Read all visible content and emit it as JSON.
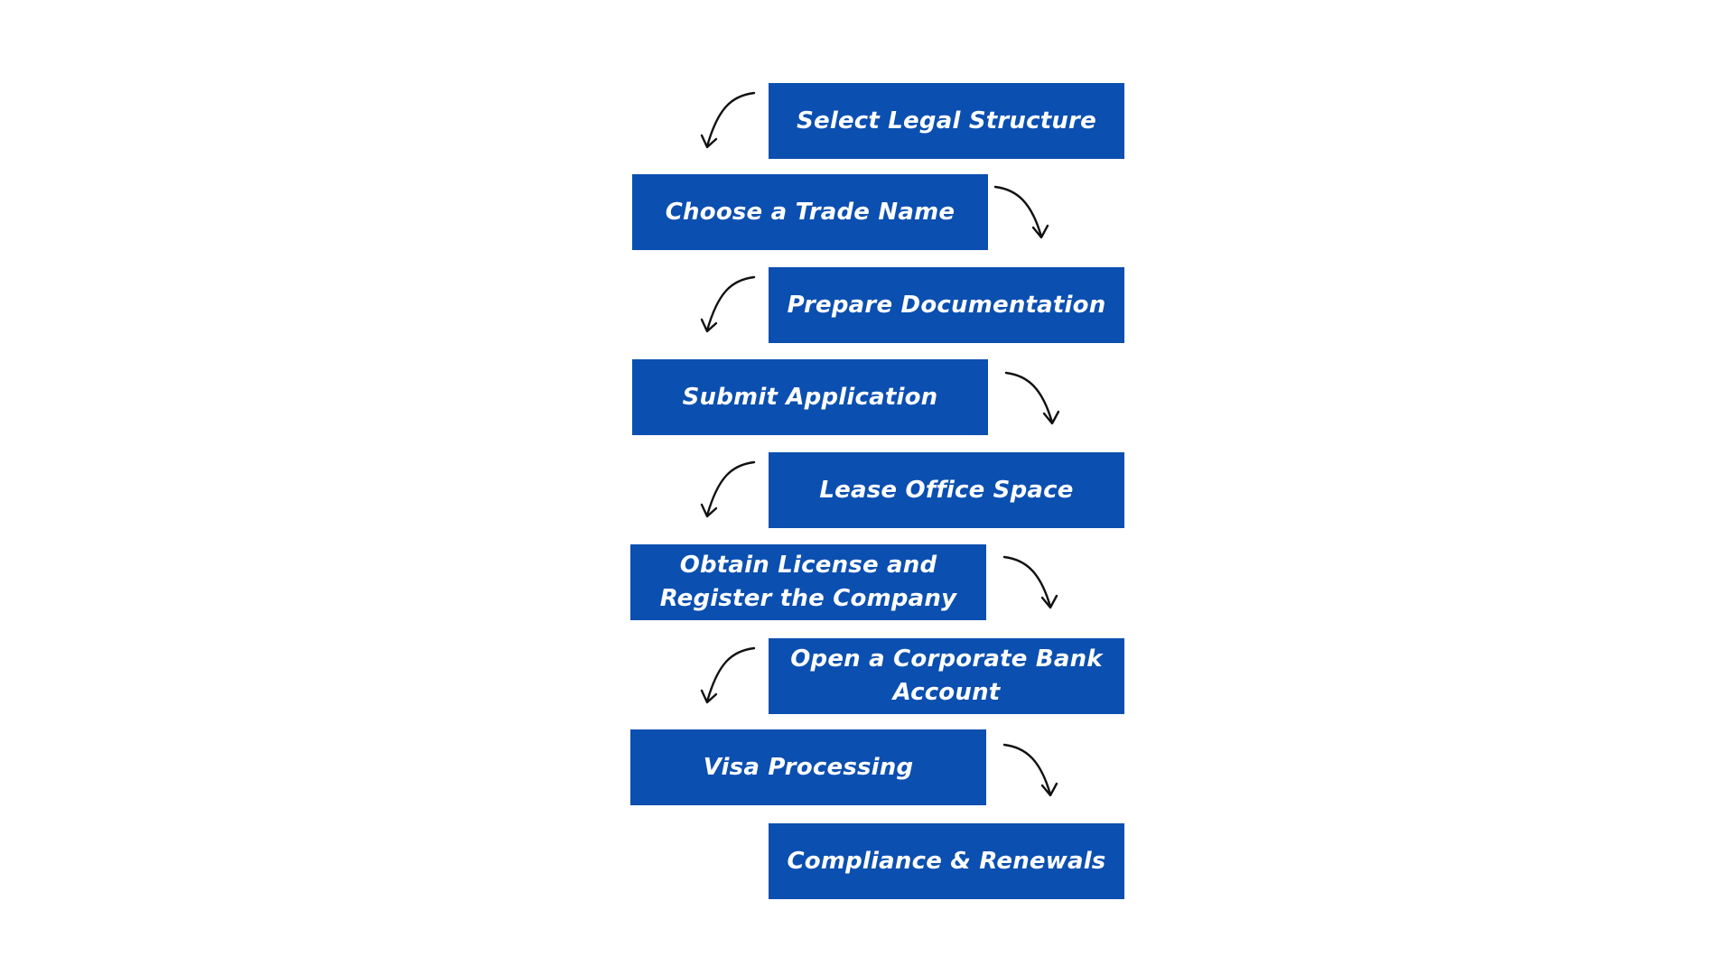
{
  "steps": [
    "Select Legal Structure",
    "Choose a Trade Name",
    "Prepare Documentation",
    "Submit Application",
    "Lease Office Space",
    "Obtain License and Register the Company",
    "Open a Corporate Bank Account",
    "Visa Processing",
    "Compliance & Renewals"
  ],
  "colors": {
    "box_fill": "#0b4fb0",
    "box_text": "#ffffff",
    "arrow": "#111111",
    "background": "#ffffff"
  }
}
